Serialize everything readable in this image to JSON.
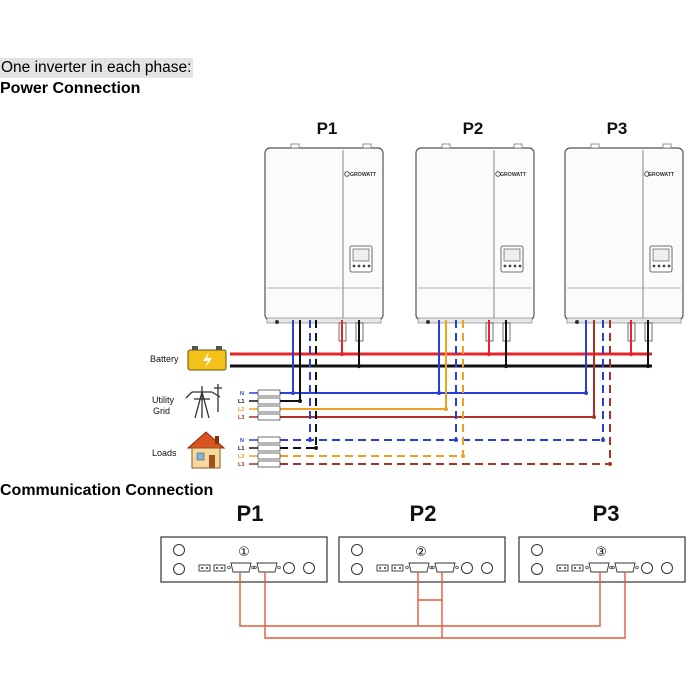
{
  "headings": {
    "phase_title": "One inverter in each phase:",
    "power": "Power Connection",
    "comm": "Communication Connection"
  },
  "inverters": [
    {
      "label": "P1",
      "brand": "GROWATT"
    },
    {
      "label": "P2",
      "brand": "GROWATT"
    },
    {
      "label": "P3",
      "brand": "GROWATT"
    }
  ],
  "sources": {
    "battery": "Battery",
    "utility_line1": "Utility",
    "utility_line2": "Grid",
    "loads": "Loads"
  },
  "terminals": [
    "N",
    "L1",
    "L2",
    "L3"
  ],
  "comm_units": [
    {
      "label": "P1",
      "number": "①"
    },
    {
      "label": "P2",
      "number": "②"
    },
    {
      "label": "P3",
      "number": "③"
    }
  ],
  "colors": {
    "battery_positive": "#e5252a",
    "battery_negative": "#111111",
    "neutral": "#2a3fd6",
    "L1": "#111111",
    "L2": "#f0a020",
    "L3": "#a83228",
    "comm_cable": "#e05a3c"
  }
}
